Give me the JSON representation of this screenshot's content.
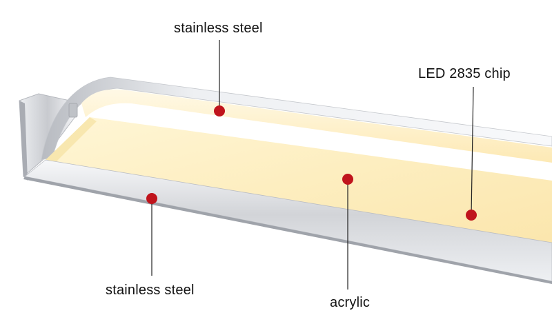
{
  "labels": {
    "stainless_steel_top": "stainless steel",
    "led_chip": "LED 2835 chip",
    "stainless_steel_bottom": "stainless steel",
    "acrylic": "acrylic"
  },
  "colors": {
    "marker": "#c0141c",
    "acrylic_light": "#fdf0c2",
    "steel": "#d9dadd"
  }
}
